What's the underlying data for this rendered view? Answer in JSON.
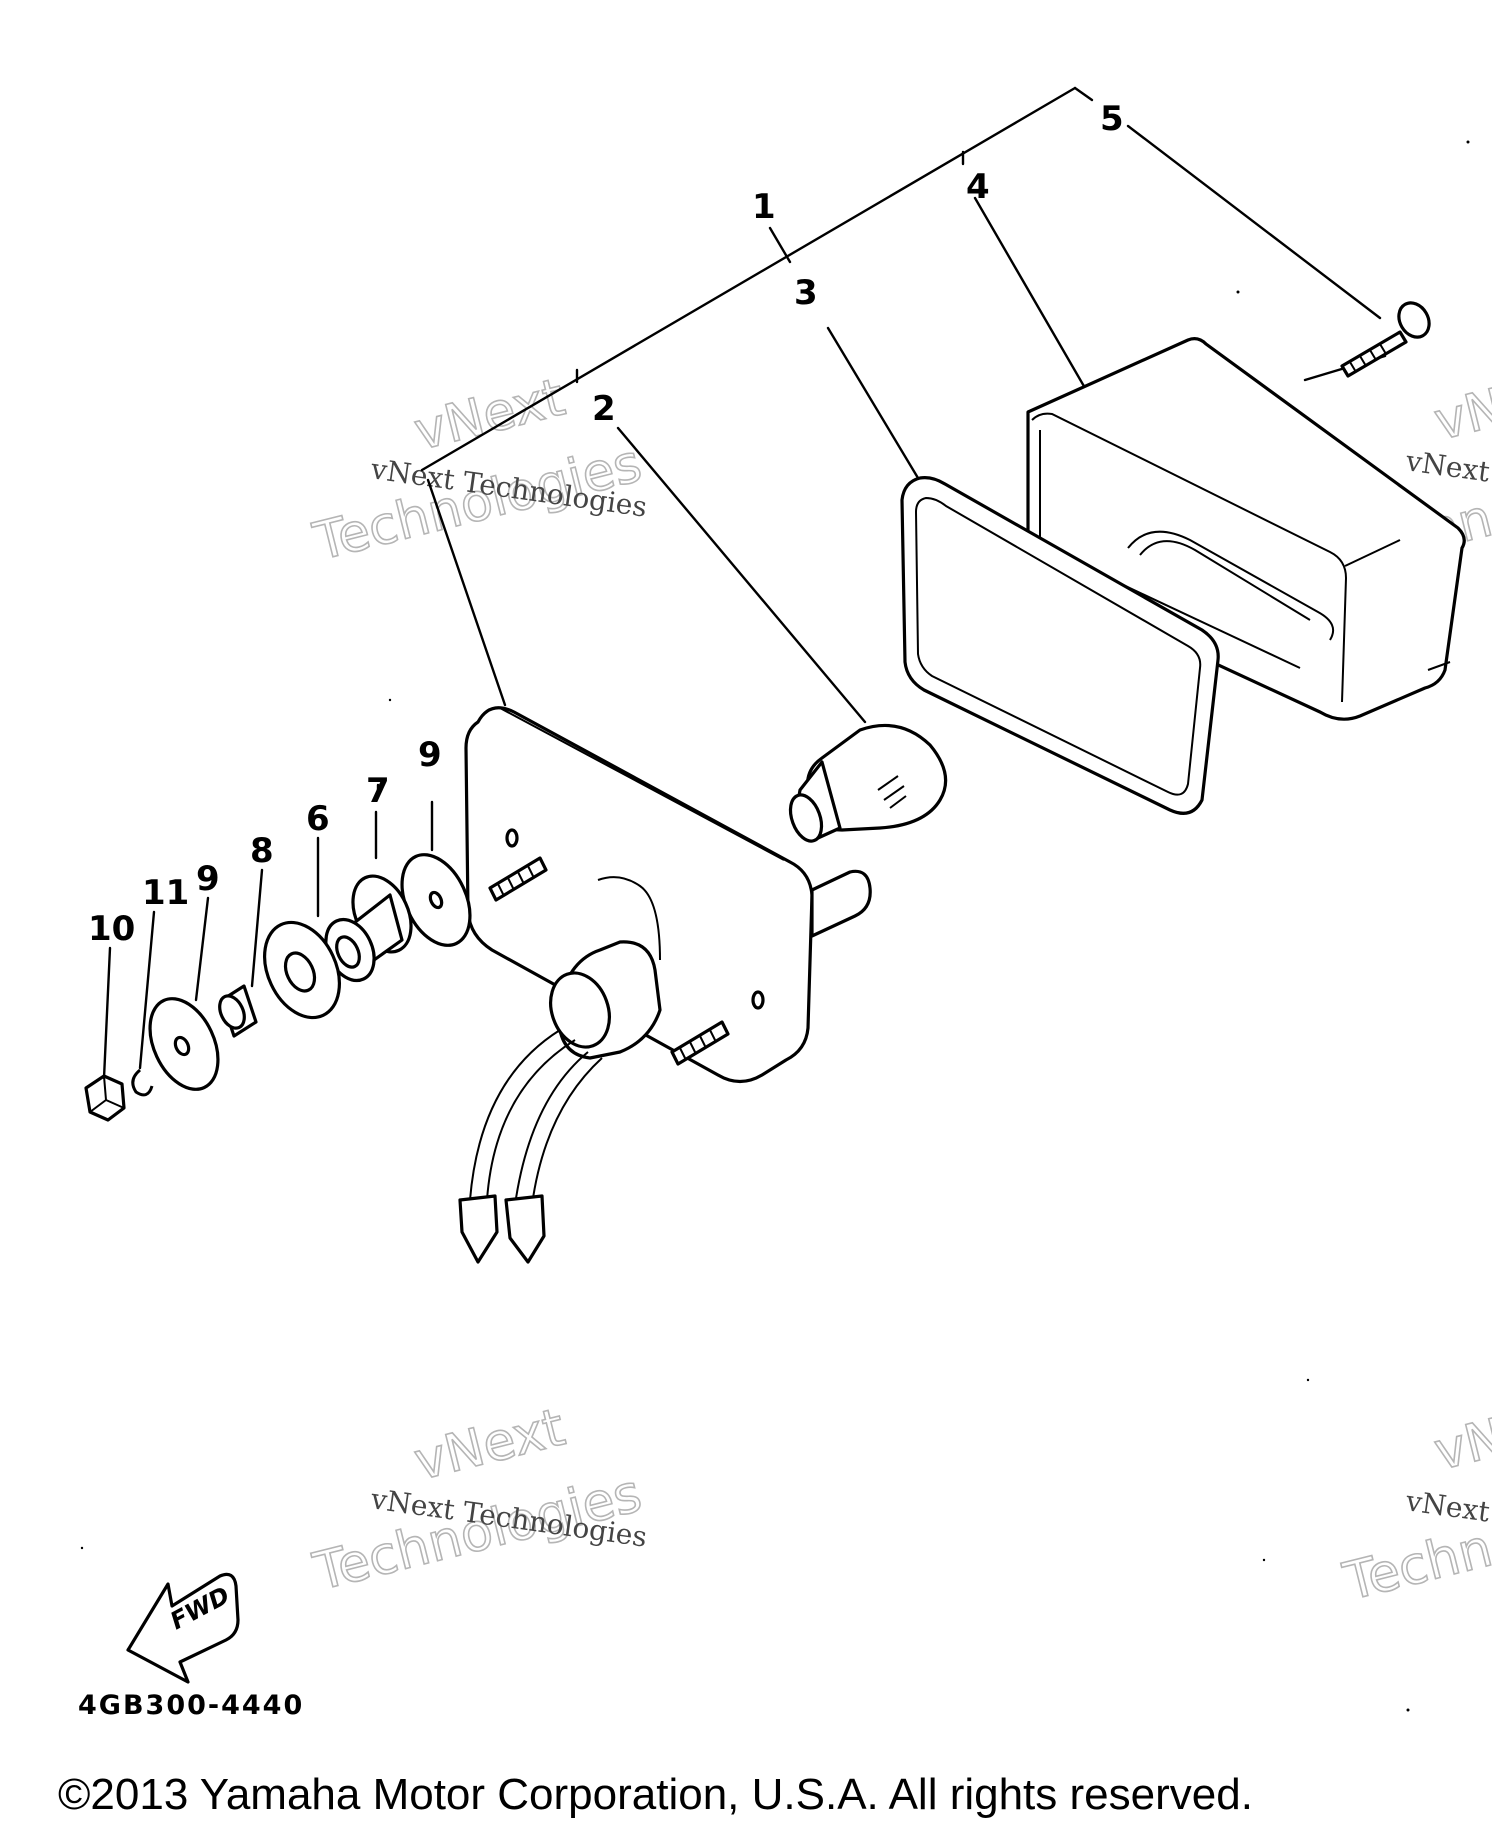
{
  "callouts": {
    "c1": "1",
    "c2": "2",
    "c3": "3",
    "c4": "4",
    "c5": "5",
    "c6": "6",
    "c7": "7",
    "c8": "8",
    "c9a": "9",
    "c9b": "9",
    "c10": "10",
    "c11": "11"
  },
  "fwd_label": "FWD",
  "diagram_code": "4GB300-4440",
  "copyright": "©2013 Yamaha Motor Corporation, U.S.A. All rights reserved.",
  "watermarks": {
    "small": "vNext Technologies",
    "big_line1": "vNext",
    "big_line2": "Technologies"
  }
}
